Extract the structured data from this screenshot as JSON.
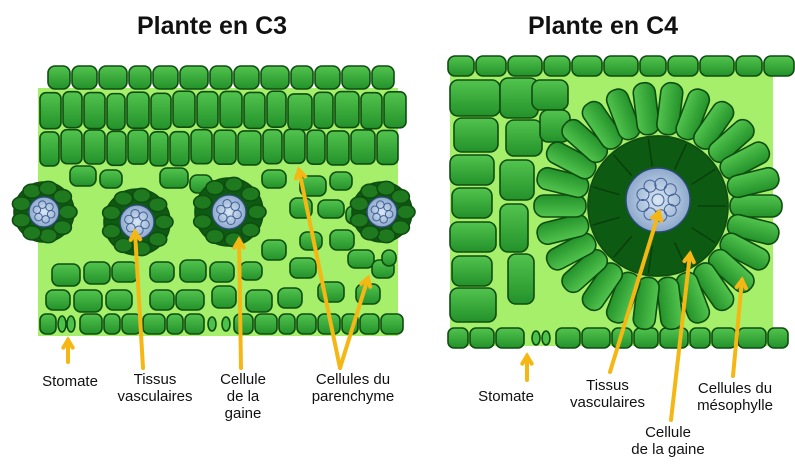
{
  "c3": {
    "title": "Plante en C3",
    "labels": {
      "stomate": "Stomate",
      "tissus": "Tissus\nvasculaires",
      "gaine": "Cellule\nde la\ngaine",
      "parenchyme": "Cellules du\nparenchyme"
    }
  },
  "c4": {
    "title": "Plante en C4",
    "labels": {
      "stomate": "Stomate",
      "tissus": "Tissus\nvasculaires",
      "gaine": "Cellule\nde la gaine",
      "mesophylle": "Cellules du\nmésophylle"
    }
  },
  "colors": {
    "cell_fill": "#2fa534",
    "cell_light": "#4cc24a",
    "cell_outline": "#0f4d10",
    "background_light": "#a6ef6a",
    "sheath_dark": "#0d5a12",
    "vascular": "#a9c0dd",
    "arrow": "#f4b714"
  }
}
